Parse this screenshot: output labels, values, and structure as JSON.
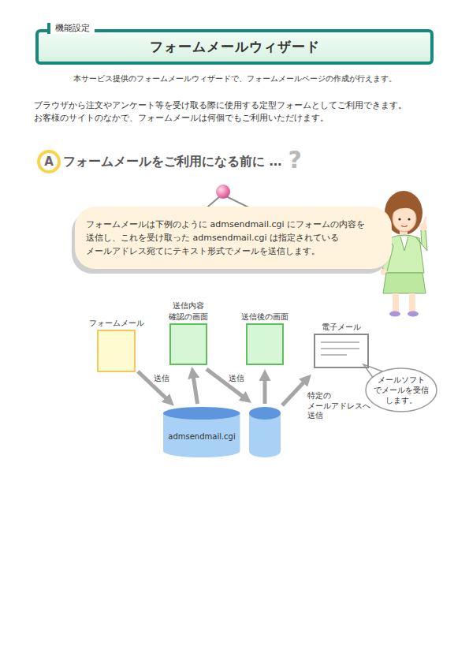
{
  "diagram": {
    "title": "フォームメールウィザード",
    "nodes": [
      {
        "text": [
          "A"
        ]
      },
      {
        "text": [
          "フォームメールは下例のように admsendmail.cgi にフォームの内容を 送信し、これを受け取った admsendmail.cgi は指定されている メールアドレス宛てにテキスト形式でメールを送信します。"
        ]
      },
      {
        "text": [
          "フォームメール"
        ]
      },
      {
        "text": [
          "送信内容 確認の画面"
        ]
      },
      {
        "text": [
          "送信後の画面"
        ]
      },
      {
        "text": [
          "電子メール"
        ]
      },
      {
        "text": [
          "メールソフト でメールを受信 します。"
        ]
      },
      {
        "text": [
          "admsendmail.cgi"
        ]
      }
    ],
    "edges": [
      {
        "from": 2,
        "to": 7,
        "label": "送信",
        "arrow": "to"
      },
      {
        "from": 7,
        "to": 3,
        "arrow": "to"
      }
    ],
    "labels": [
      "機能設定",
      "本サービス提供のフォームメールウィザードで、フォームメールページの作成が行えます。",
      "ブラウザから注文やアンケート等を受け取る際に使用する定型フォームとしてご利用できます。",
      "お客様のサイトのなかで、フォームメールは何個でもご利用いただけます。",
      "フォームメールをご利用になる前に …",
      "?",
      "送信",
      "特定の メールアドレスへ 送信"
    ]
  }
}
